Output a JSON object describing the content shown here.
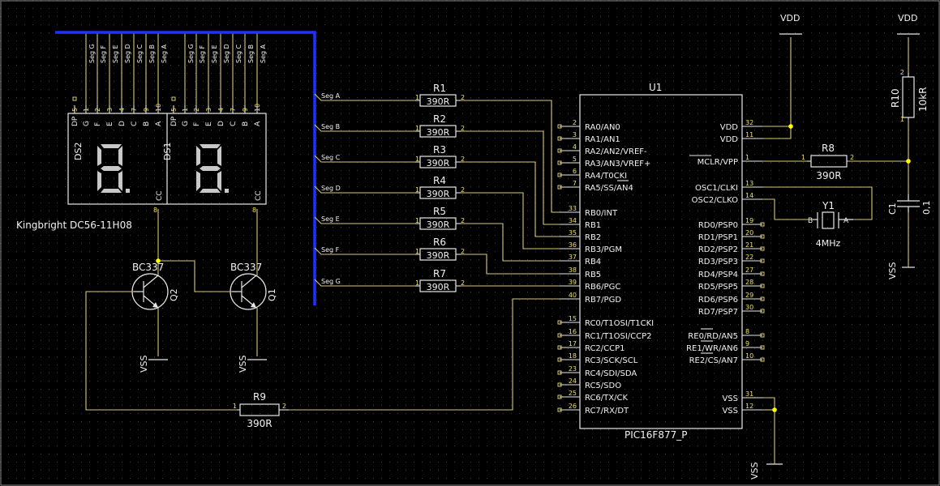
{
  "colors": {
    "background": "#000000",
    "component": "#e8e8e8",
    "wire": "#d8c878",
    "pin_text": "#f0e060",
    "bus": "#2030ff",
    "junction": "#ffff00"
  },
  "u1": {
    "ref": "U1",
    "part": "PIC16F877_P",
    "left_pins": [
      {
        "num": "2",
        "name": "RA0/AN0"
      },
      {
        "num": "3",
        "name": "RA1/AN1"
      },
      {
        "num": "4",
        "name": "RA2/AN2/VREF-"
      },
      {
        "num": "5",
        "name": "RA3/AN3/VREF+"
      },
      {
        "num": "6",
        "name": "RA4/T0CKI"
      },
      {
        "num": "7",
        "name": "RA5/SS/AN4"
      },
      {
        "num": "33",
        "name": "RB0/INT"
      },
      {
        "num": "34",
        "name": "RB1"
      },
      {
        "num": "35",
        "name": "RB2"
      },
      {
        "num": "36",
        "name": "RB3/PGM"
      },
      {
        "num": "37",
        "name": "RB4"
      },
      {
        "num": "38",
        "name": "RB5"
      },
      {
        "num": "39",
        "name": "RB6/PGC"
      },
      {
        "num": "40",
        "name": "RB7/PGD"
      },
      {
        "num": "15",
        "name": "RC0/T1OSI/T1CKI"
      },
      {
        "num": "16",
        "name": "RC1/T1OSI/CCP2"
      },
      {
        "num": "17",
        "name": "RC2/CCP1"
      },
      {
        "num": "18",
        "name": "RC3/SCK/SCL"
      },
      {
        "num": "23",
        "name": "RC4/SDI/SDA"
      },
      {
        "num": "24",
        "name": "RC5/SDO"
      },
      {
        "num": "25",
        "name": "RC6/TX/CK"
      },
      {
        "num": "26",
        "name": "RC7/RX/DT"
      }
    ],
    "right_pins": [
      {
        "num": "32",
        "name": "VDD"
      },
      {
        "num": "11",
        "name": "VDD"
      },
      {
        "num": "1",
        "name": "MCLR/VPP"
      },
      {
        "num": "13",
        "name": "OSC1/CLKI"
      },
      {
        "num": "14",
        "name": "OSC2/CLKO"
      },
      {
        "num": "19",
        "name": "RD0/PSP0"
      },
      {
        "num": "20",
        "name": "RD1/PSP1"
      },
      {
        "num": "21",
        "name": "RD2/PSP2"
      },
      {
        "num": "22",
        "name": "RD3/PSP3"
      },
      {
        "num": "27",
        "name": "RD4/PSP4"
      },
      {
        "num": "28",
        "name": "RD5/PSP5"
      },
      {
        "num": "29",
        "name": "RD6/PSP6"
      },
      {
        "num": "30",
        "name": "RD7/PSP7"
      },
      {
        "num": "8",
        "name": "RE0/RD/AN5"
      },
      {
        "num": "9",
        "name": "RE1/WR/AN6"
      },
      {
        "num": "10",
        "name": "RE2/CS/AN7"
      },
      {
        "num": "31",
        "name": "VSS"
      },
      {
        "num": "12",
        "name": "VSS"
      }
    ]
  },
  "resistors": [
    {
      "ref": "R1",
      "value": "390R",
      "net": "Seg A"
    },
    {
      "ref": "R2",
      "value": "390R",
      "net": "Seg B"
    },
    {
      "ref": "R3",
      "value": "390R",
      "net": "Seg C"
    },
    {
      "ref": "R4",
      "value": "390R",
      "net": "Seg D"
    },
    {
      "ref": "R5",
      "value": "390R",
      "net": "Seg E"
    },
    {
      "ref": "R6",
      "value": "390R",
      "net": "Seg F"
    },
    {
      "ref": "R7",
      "value": "390R",
      "net": "Seg G"
    }
  ],
  "pin_1": "1",
  "pin_2": "2",
  "r8": {
    "ref": "R8",
    "value": "390R"
  },
  "r9": {
    "ref": "R9",
    "value": "390R"
  },
  "r10": {
    "ref": "R10",
    "value": "10kR"
  },
  "c1": {
    "ref": "C1",
    "value": "0,1"
  },
  "y1": {
    "ref": "Y1",
    "value": "4MHz",
    "pin_b": "B",
    "pin_a": "A"
  },
  "vdd": "VDD",
  "vss": "VSS",
  "q1": {
    "ref": "Q1",
    "part": "BC337"
  },
  "q2": {
    "ref": "Q2",
    "part": "BC337"
  },
  "display": {
    "part": "Kingbright DC56-11H08",
    "left_ref": "DS2",
    "right_ref": "DS1",
    "bus_labels": [
      "Seg G",
      "Seg F",
      "Seg E",
      "Seg D",
      "Seg C",
      "Seg B",
      "Seg A"
    ],
    "pin_letters": [
      "DP",
      "G",
      "F",
      "E",
      "D",
      "C",
      "B",
      "A"
    ],
    "pin_nums": [
      "5",
      "1",
      "2",
      "3",
      "4",
      "7",
      "9",
      "10"
    ],
    "cc_label": "CC",
    "cc_pin": "8",
    "digit": "8."
  }
}
